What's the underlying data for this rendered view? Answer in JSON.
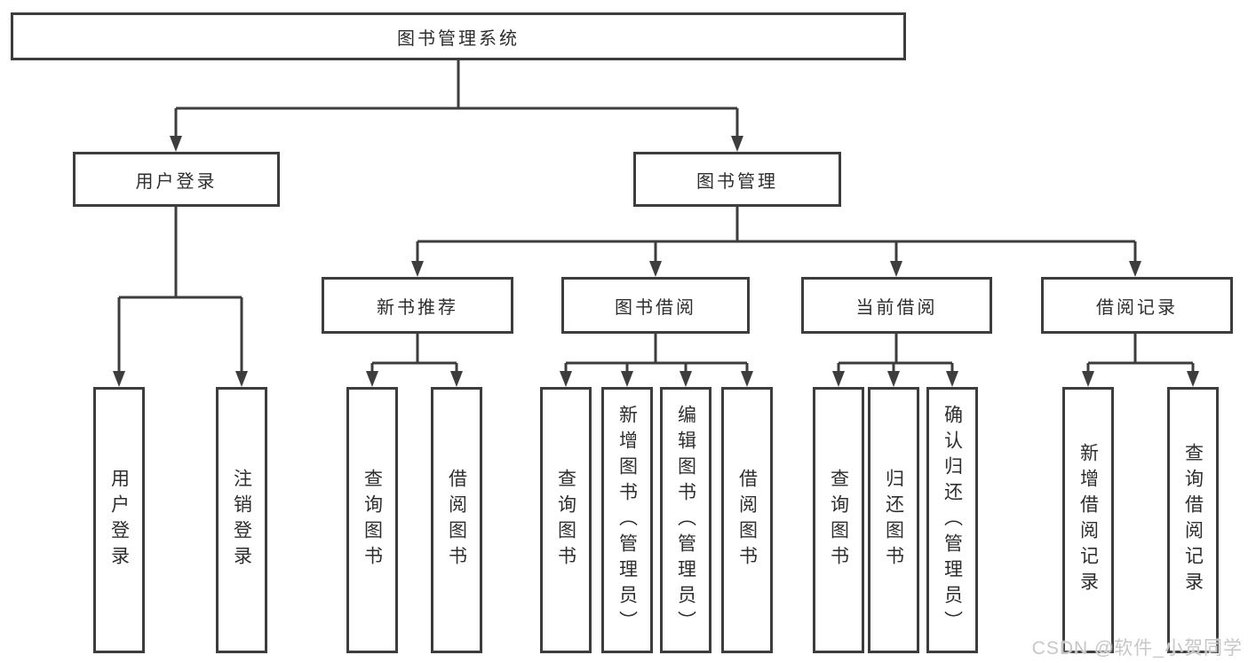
{
  "diagram": {
    "root": {
      "label": "图书管理系统",
      "children": [
        {
          "label": "用户登录",
          "children": [
            {
              "label": "用户登录"
            },
            {
              "label": "注销登录"
            }
          ]
        },
        {
          "label": "图书管理",
          "children": [
            {
              "label": "新书推荐",
              "children": [
                {
                  "label": "查询图书"
                },
                {
                  "label": "借阅图书"
                }
              ]
            },
            {
              "label": "图书借阅",
              "children": [
                {
                  "label": "查询图书"
                },
                {
                  "label": "新增图书（管理员）"
                },
                {
                  "label": "编辑图书（管理员）"
                },
                {
                  "label": "借阅图书"
                }
              ]
            },
            {
              "label": "当前借阅",
              "children": [
                {
                  "label": "查询图书"
                },
                {
                  "label": "归还图书"
                },
                {
                  "label": "确认归还（管理员）"
                }
              ]
            },
            {
              "label": "借阅记录",
              "children": [
                {
                  "label": "新增借阅记录"
                },
                {
                  "label": "查询借阅记录"
                }
              ]
            }
          ]
        }
      ]
    },
    "line_color": "#3d3d3d",
    "box_background": "#ffffff"
  },
  "watermark": {
    "text": "CSDN @软件_小贺同学"
  }
}
